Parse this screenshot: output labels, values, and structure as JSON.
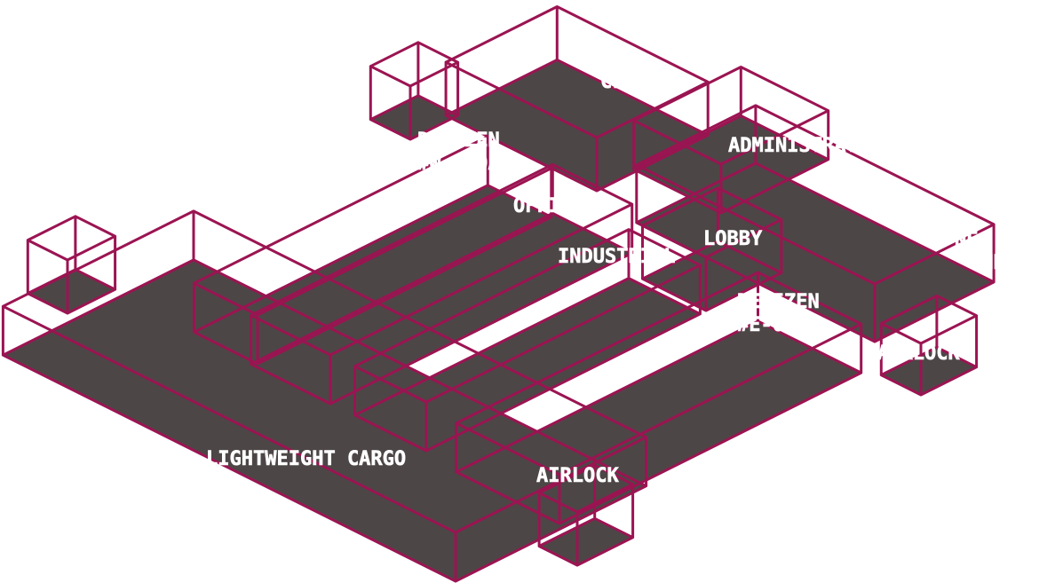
{
  "colors": {
    "background": "#ffffff",
    "floor": "#4d4646",
    "edge": "#9b1452",
    "label": "#ffffff"
  },
  "rooms": [
    {
      "id": "cargo",
      "lines": [
        "LIGHTWEIGHT CARGO"
      ]
    },
    {
      "id": "denizen-w",
      "lines": [
        "DENIZEN",
        "#W-000A"
      ]
    },
    {
      "id": "office",
      "lines": [
        "OFFICE"
      ]
    },
    {
      "id": "industrial",
      "lines": [
        "INDUSTRIAL"
      ]
    },
    {
      "id": "lobby",
      "lines": [
        "LOBBY"
      ]
    },
    {
      "id": "nw-clones",
      "lines": [
        "NW",
        "CLONES"
      ]
    },
    {
      "id": "administration",
      "lines": [
        "ADMINISTRATION"
      ]
    },
    {
      "id": "ne-mech",
      "lines": [
        "NE",
        "MECH"
      ]
    },
    {
      "id": "denizen-e",
      "lines": [
        "DENIZEN",
        "#E-000A"
      ]
    },
    {
      "id": "airlock-e",
      "lines": [
        "AIRLOCK"
      ]
    },
    {
      "id": "airlock-s",
      "lines": [
        "AIRLOCK"
      ]
    },
    {
      "id": "pod-w",
      "lines": []
    },
    {
      "id": "pod-n",
      "lines": []
    }
  ]
}
